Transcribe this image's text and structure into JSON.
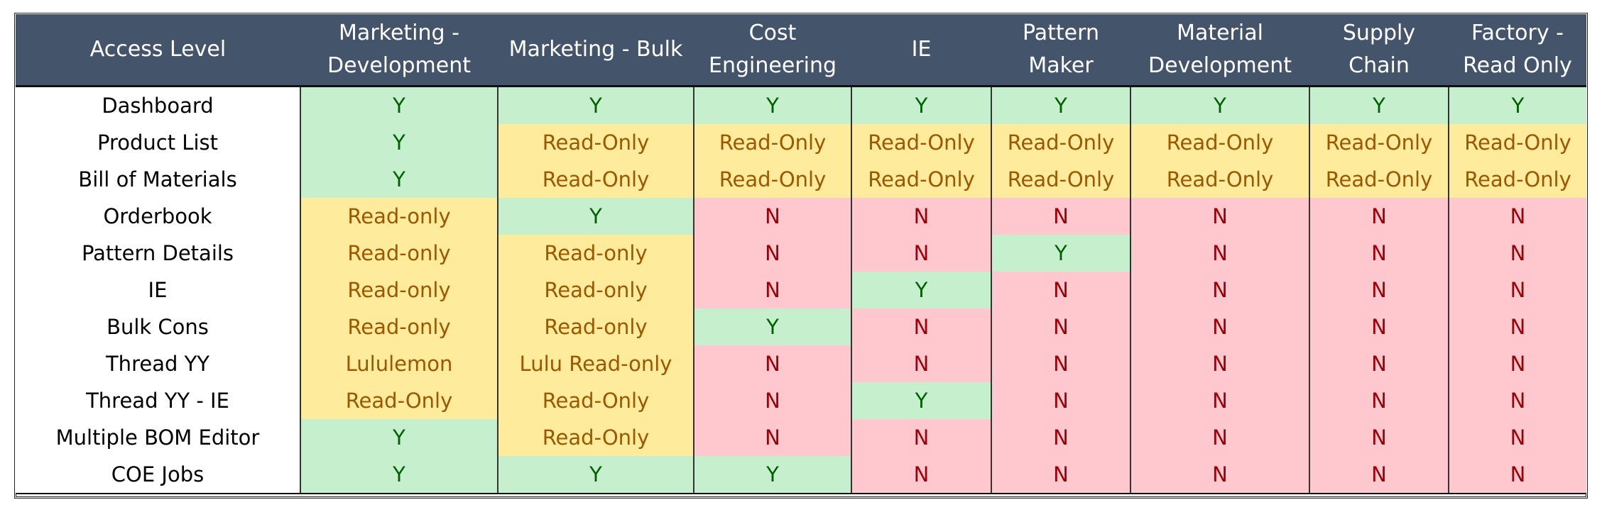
{
  "table": {
    "headers": [
      "Access Level",
      "Marketing - Development",
      "Marketing - Bulk",
      "Cost Engineering",
      "IE",
      "Pattern Maker",
      "Material Development",
      "Supply Chain",
      "Factory - Read Only"
    ],
    "rows": [
      {
        "label": "Dashboard",
        "cells": [
          "Y",
          "Y",
          "Y",
          "Y",
          "Y",
          "Y",
          "Y",
          "Y"
        ]
      },
      {
        "label": "Product List",
        "cells": [
          "Y",
          "Read-Only",
          "Read-Only",
          "Read-Only",
          "Read-Only",
          "Read-Only",
          "Read-Only",
          "Read-Only"
        ]
      },
      {
        "label": "Bill of Materials",
        "cells": [
          "Y",
          "Read-Only",
          "Read-Only",
          "Read-Only",
          "Read-Only",
          "Read-Only",
          "Read-Only",
          "Read-Only"
        ]
      },
      {
        "label": "Orderbook",
        "cells": [
          "Read-only",
          "Y",
          "N",
          "N",
          "N",
          "N",
          "N",
          "N"
        ]
      },
      {
        "label": "Pattern Details",
        "cells": [
          "Read-only",
          "Read-only",
          "N",
          "N",
          "Y",
          "N",
          "N",
          "N"
        ]
      },
      {
        "label": "IE",
        "cells": [
          "Read-only",
          "Read-only",
          "N",
          "Y",
          "N",
          "N",
          "N",
          "N"
        ]
      },
      {
        "label": "Bulk Cons",
        "cells": [
          "Read-only",
          "Read-only",
          "Y",
          "N",
          "N",
          "N",
          "N",
          "N"
        ]
      },
      {
        "label": "Thread YY",
        "cells": [
          "Lululemon",
          "Lulu Read-only",
          "N",
          "N",
          "N",
          "N",
          "N",
          "N"
        ]
      },
      {
        "label": "Thread YY - IE",
        "cells": [
          "Read-Only",
          "Read-Only",
          "N",
          "Y",
          "N",
          "N",
          "N",
          "N"
        ]
      },
      {
        "label": "Multiple BOM Editor",
        "cells": [
          "Y",
          "Read-Only",
          "N",
          "N",
          "N",
          "N",
          "N",
          "N"
        ]
      },
      {
        "label": "COE Jobs",
        "cells": [
          "Y",
          "Y",
          "Y",
          "N",
          "N",
          "N",
          "N",
          "N"
        ]
      }
    ]
  },
  "colors": {
    "header_bg": "#44546a",
    "yes_bg": "#c6efce",
    "yes_text": "#006100",
    "readonly_bg": "#ffeb9c",
    "readonly_text": "#9c5700",
    "no_bg": "#ffc7ce",
    "no_text": "#9c0006"
  }
}
